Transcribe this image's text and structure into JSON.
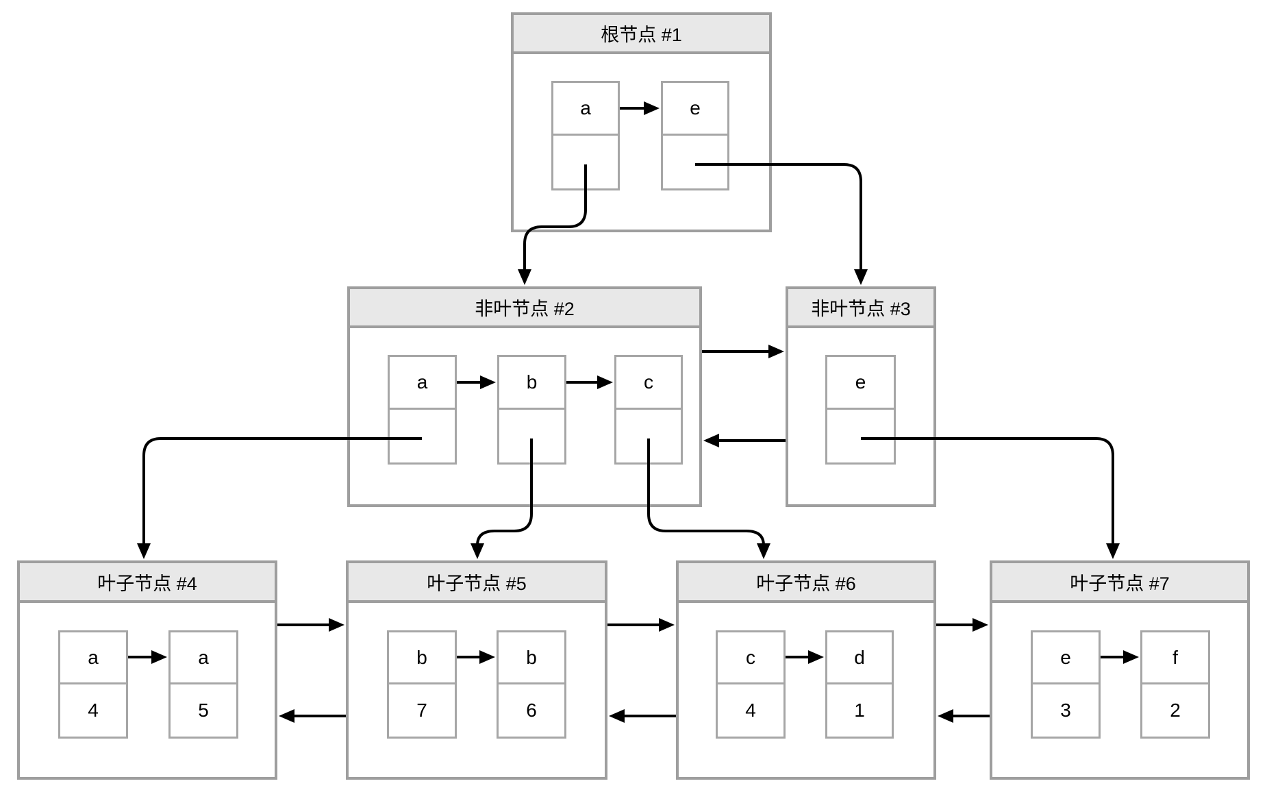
{
  "diagram": {
    "type": "bplus-tree-structure",
    "nodes": [
      {
        "id": "#1",
        "kind": "root",
        "title": "根节点 #1",
        "cells": [
          {
            "key": "a",
            "value": ""
          },
          {
            "key": "e",
            "value": ""
          }
        ]
      },
      {
        "id": "#2",
        "kind": "internal",
        "title": "非叶节点 #2",
        "cells": [
          {
            "key": "a",
            "value": ""
          },
          {
            "key": "b",
            "value": ""
          },
          {
            "key": "c",
            "value": ""
          }
        ]
      },
      {
        "id": "#3",
        "kind": "internal",
        "title": "非叶节点 #3",
        "cells": [
          {
            "key": "e",
            "value": ""
          }
        ]
      },
      {
        "id": "#4",
        "kind": "leaf",
        "title": "叶子节点 #4",
        "cells": [
          {
            "key": "a",
            "value": "4"
          },
          {
            "key": "a",
            "value": "5"
          }
        ]
      },
      {
        "id": "#5",
        "kind": "leaf",
        "title": "叶子节点 #5",
        "cells": [
          {
            "key": "b",
            "value": "7"
          },
          {
            "key": "b",
            "value": "6"
          }
        ]
      },
      {
        "id": "#6",
        "kind": "leaf",
        "title": "叶子节点 #6",
        "cells": [
          {
            "key": "c",
            "value": "4"
          },
          {
            "key": "d",
            "value": "1"
          }
        ]
      },
      {
        "id": "#7",
        "kind": "leaf",
        "title": "叶子节点 #7",
        "cells": [
          {
            "key": "e",
            "value": "3"
          },
          {
            "key": "f",
            "value": "2"
          }
        ]
      }
    ],
    "edges": [
      {
        "from": "#1.a",
        "to": "#2",
        "type": "child-pointer"
      },
      {
        "from": "#1.e",
        "to": "#3",
        "type": "child-pointer"
      },
      {
        "from": "#2",
        "to": "#3",
        "type": "next-sibling"
      },
      {
        "from": "#3",
        "to": "#2",
        "type": "prev-sibling"
      },
      {
        "from": "#2.a",
        "to": "#4",
        "type": "child-pointer"
      },
      {
        "from": "#2.b",
        "to": "#5",
        "type": "child-pointer"
      },
      {
        "from": "#2.c",
        "to": "#6",
        "type": "child-pointer"
      },
      {
        "from": "#3.e",
        "to": "#7",
        "type": "child-pointer"
      },
      {
        "from": "#4",
        "to": "#5",
        "type": "next-sibling"
      },
      {
        "from": "#5",
        "to": "#4",
        "type": "prev-sibling"
      },
      {
        "from": "#5",
        "to": "#6",
        "type": "next-sibling"
      },
      {
        "from": "#6",
        "to": "#5",
        "type": "prev-sibling"
      },
      {
        "from": "#6",
        "to": "#7",
        "type": "next-sibling"
      },
      {
        "from": "#7",
        "to": "#6",
        "type": "prev-sibling"
      },
      {
        "from": "#1.a",
        "to": "#1.e",
        "type": "key-order"
      },
      {
        "from": "#2.a",
        "to": "#2.b",
        "type": "key-order"
      },
      {
        "from": "#2.b",
        "to": "#2.c",
        "type": "key-order"
      },
      {
        "from": "#4.a",
        "to": "#4.a",
        "type": "key-order"
      },
      {
        "from": "#5.b",
        "to": "#5.b",
        "type": "key-order"
      },
      {
        "from": "#6.c",
        "to": "#6.d",
        "type": "key-order"
      },
      {
        "from": "#7.e",
        "to": "#7.f",
        "type": "key-order"
      }
    ],
    "colors": {
      "background": "#ffffff",
      "node_border": "#9e9e9e",
      "cell_border": "#a6a6a6",
      "header_fill": "#e8e8e8",
      "arrow": "#000000",
      "text": "#000000"
    }
  }
}
